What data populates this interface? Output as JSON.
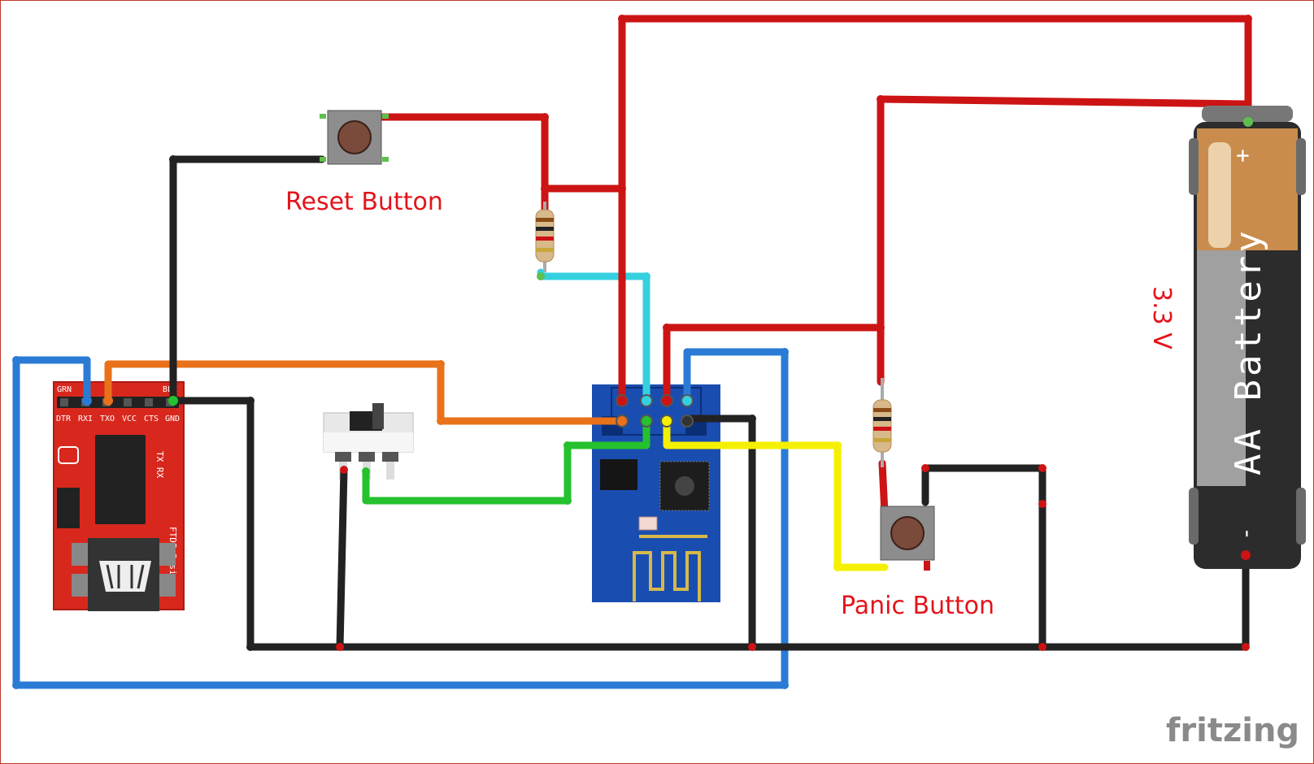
{
  "labels": {
    "reset_button": "Reset Button",
    "panic_button": "Panic Button",
    "voltage": "3.3 V",
    "battery": "AA Battery",
    "battery_plus": "+",
    "battery_minus": "-"
  },
  "ftdi": {
    "top_left": "GRN",
    "top_right": "BLK",
    "pins": [
      "DTR",
      "RXI",
      "TXO",
      "VCC",
      "CTS",
      "GND"
    ],
    "side_text": "TX RX",
    "name": "FTDI Basic"
  },
  "watermark": "fritzing",
  "colors": {
    "red_wire": "#cc1414",
    "black_wire": "#222222",
    "blue_wire": "#2a7bd6",
    "orange_wire": "#e8711a",
    "cyan_wire": "#35d0e0",
    "green_wire": "#25c12e",
    "yellow_wire": "#f5f000",
    "esp_board": "#1a4db0",
    "ftdi_board": "#d8281e"
  }
}
